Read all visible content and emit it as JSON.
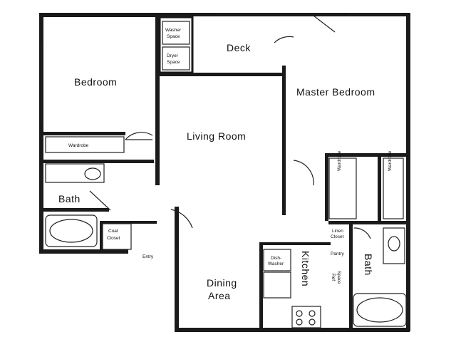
{
  "colors": {
    "wall": "#1a1a1a",
    "line": "#222222",
    "background": "#ffffff"
  },
  "rooms": {
    "bedroom": "Bedroom",
    "deck": "Deck",
    "master_bedroom": "Master Bedroom",
    "living_room": "Living Room",
    "bath_left": "Bath",
    "bath_right": "Bath",
    "dining_area_line1": "Dining",
    "dining_area_line2": "Area",
    "kitchen": "Kitchen",
    "entry": "Entry"
  },
  "fixtures": {
    "washer_line1": "Washer",
    "washer_line2": "Space",
    "dryer_line1": "Dryer",
    "dryer_line2": "Space",
    "wardrobe_bedroom": "Wardrobe",
    "wardrobe_master_left": "Wardrobe",
    "wardrobe_master_right": "Wardrobe",
    "coat_closet_line1": "Coat",
    "coat_closet_line2": "Closet",
    "linen_closet_line1": "Linen",
    "linen_closet_line2": "Closet",
    "pantry": "Pantry",
    "dishwasher_line1": "Dish-",
    "dishwasher_line2": "Washer",
    "ref_space_line1": "Ref",
    "ref_space_line2": "Space"
  }
}
